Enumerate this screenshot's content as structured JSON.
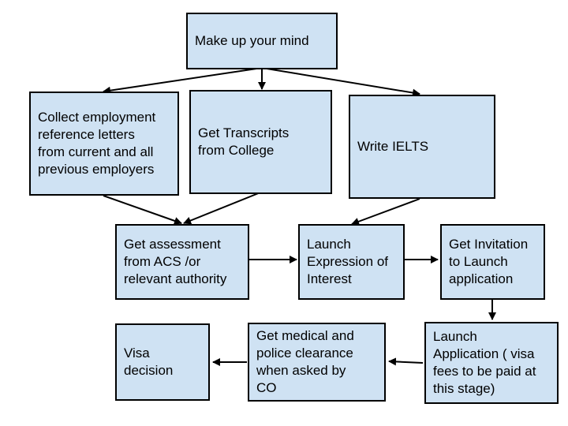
{
  "nodes": {
    "decide": "Make up your mind",
    "employment": "Collect employment\nreference letters\nfrom current and all\nprevious employers",
    "transcripts": "Get Transcripts\nfrom College",
    "ielts": "Write IELTS",
    "assessment": "Get assessment\nfrom ACS /or\nrelevant authority",
    "eoi": "Launch\nExpression of\nInterest",
    "invitation": "Get Invitation\nto Launch\napplication",
    "application": "Launch\nApplication ( visa\nfees to be paid at\nthis stage)",
    "medical": "Get medical and\npolice clearance\nwhen asked by\nCO",
    "visa": "Visa\ndecision"
  },
  "colors": {
    "box_fill": "#cfe2f3",
    "border": "#000000"
  }
}
